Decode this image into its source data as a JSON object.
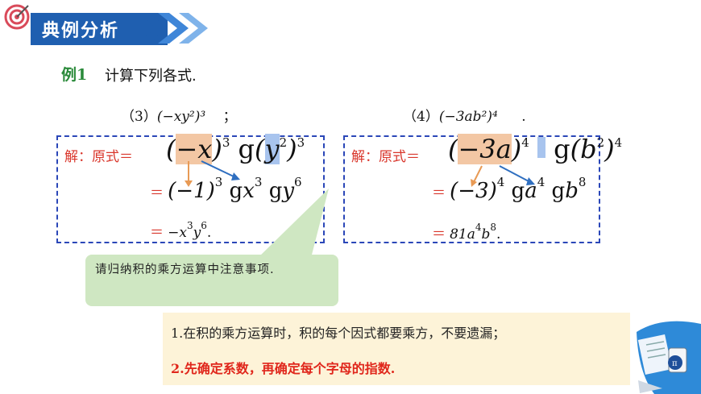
{
  "header": {
    "title": "典例分析"
  },
  "example": {
    "label": "例1",
    "prompt": "计算下列各式."
  },
  "problem3": {
    "label": "（3）",
    "expr": "(−xy²)³",
    "punct": "；",
    "lhs_label": "解：原式＝",
    "line1": {
      "base1": "−x",
      "exp1": "3",
      "dot": "g",
      "base2": "y",
      "inner_exp2": "2",
      "exp2": "3"
    },
    "line2": {
      "eq": "＝",
      "base1": "−1",
      "exp1": "3",
      "dot1": "g",
      "base2": "x",
      "exp2": "3",
      "dot2": "g",
      "base3": "y",
      "exp3": "6"
    },
    "line3": {
      "eq": "＝",
      "result": "−x",
      "exp_x": "3",
      "y": "y",
      "exp_y": "6",
      "end": "."
    }
  },
  "problem4": {
    "label": "（4）",
    "expr": "(−3ab²)⁴",
    "punct": ".",
    "lhs_label": "解：原式＝",
    "line1": {
      "base1": "−3",
      "a": "a",
      "exp1": "4",
      "dot": "g",
      "base2": "b",
      "inner_exp2": "2",
      "exp2": "4"
    },
    "line2": {
      "eq": "＝",
      "base1": "−3",
      "exp1": "4",
      "dot1": "g",
      "base2": "a",
      "exp2": "4",
      "dot2": "g",
      "base3": "b",
      "exp3": "8"
    },
    "line3": {
      "eq": "＝",
      "result": "81a",
      "exp_a": "4",
      "b": "b",
      "exp_b": "8",
      "end": "."
    }
  },
  "callout": {
    "text": "请归纳积的乘方运算中注意事项."
  },
  "summary": {
    "point1": "1.在积的乘方运算时，积的每个因式都要乘方，不要遗漏；",
    "point2": "2.先确定系数，再确定每个字母的指数."
  },
  "colors": {
    "banner": "#1f5fb0",
    "green_label": "#2a8a3a",
    "red": "#d9362b",
    "box_border": "#2b47b8",
    "callout_bg": "#cfe7c2",
    "summary_bg": "#fdf3d8"
  }
}
